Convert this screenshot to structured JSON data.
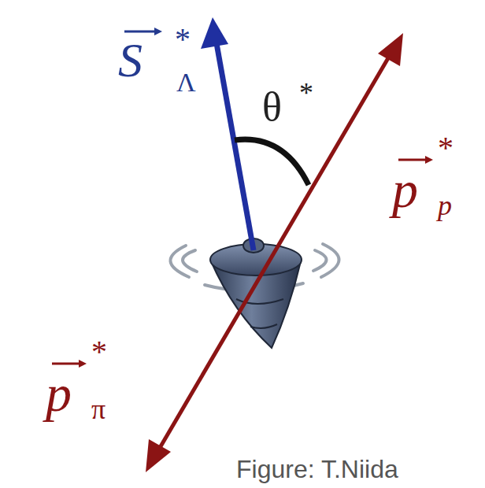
{
  "diagram": {
    "caption": "Figure: T.Niida",
    "labels": [
      "S",
      "*",
      "Λ",
      "θ",
      "*",
      "p",
      "*",
      "p",
      "p",
      "*",
      "π"
    ]
  }
}
